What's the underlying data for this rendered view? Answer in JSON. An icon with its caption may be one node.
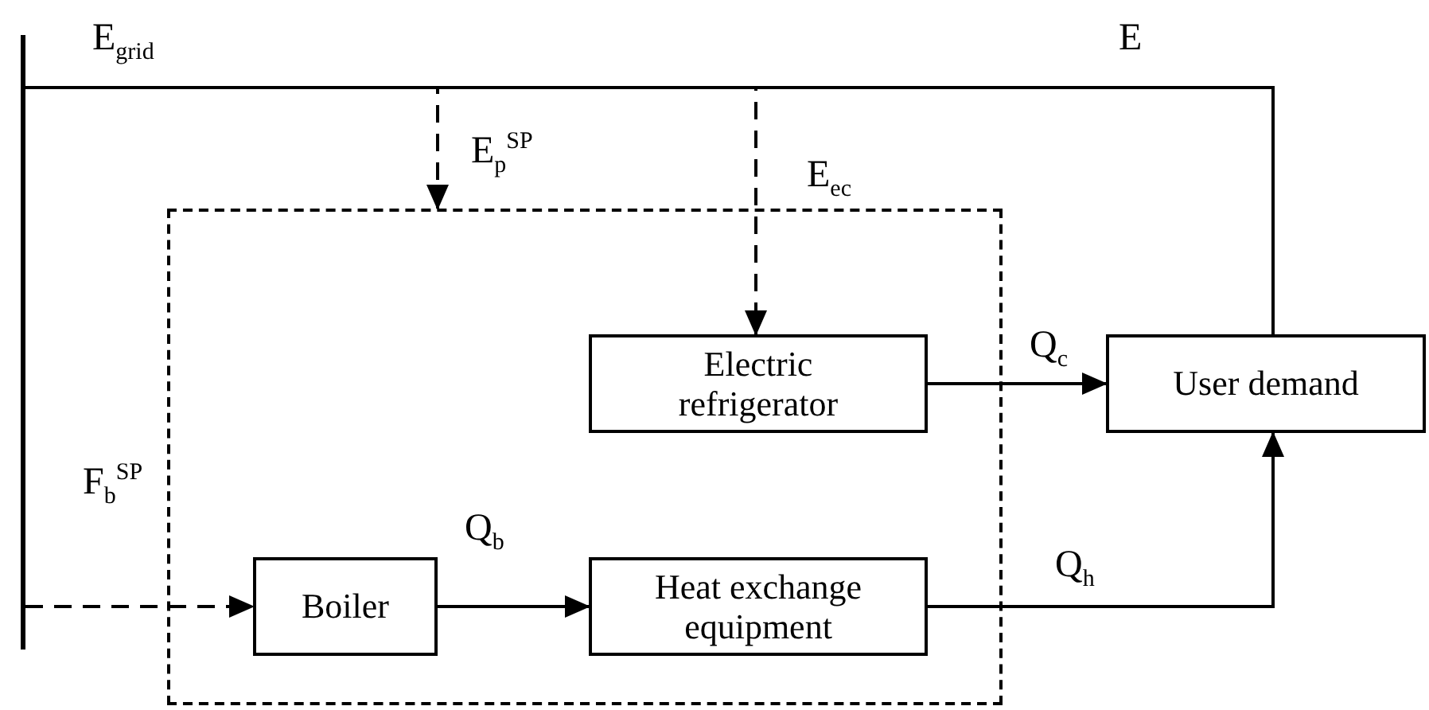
{
  "diagram": {
    "nodes": [
      {
        "text": [],
        "shape": "bar"
      },
      {
        "text": [],
        "shape": "box"
      },
      {
        "text": [
          "Electric refrigerator"
        ],
        "in": 1
      },
      {
        "text": [
          "Boiler"
        ],
        "in": 1
      },
      {
        "text": [
          "Heat exchange equipment"
        ],
        "in": 1
      },
      {
        "text": [
          "User demand"
        ]
      }
    ],
    "edges": [
      {
        "from": 0,
        "to": 5,
        "arrow": "none",
        "label": "E"
      },
      {
        "from": 0,
        "to": 1,
        "arrow": "to",
        "style": "dashed",
        "label": "E$_{p}$$^{SP}$"
      },
      {
        "from": 0,
        "to": 2,
        "arrow": "to",
        "style": "dashed",
        "label": "E$_{ec}$"
      },
      {
        "from": 0,
        "to": 3,
        "arrow": "to",
        "style": "dashed",
        "label": "F$_{b}$$^{SP}$"
      },
      {
        "from": 3,
        "to": 4,
        "arrow": "to",
        "label": "Q$_{b}$"
      },
      {
        "from": 2,
        "to": 5,
        "arrow": "to",
        "label": "Q$_{c}$"
      },
      {
        "from": 4,
        "to": 5,
        "arrow": "to",
        "label": "Q$_{h}$"
      }
    ],
    "labels": [
      "E$_{grid}$"
    ]
  }
}
